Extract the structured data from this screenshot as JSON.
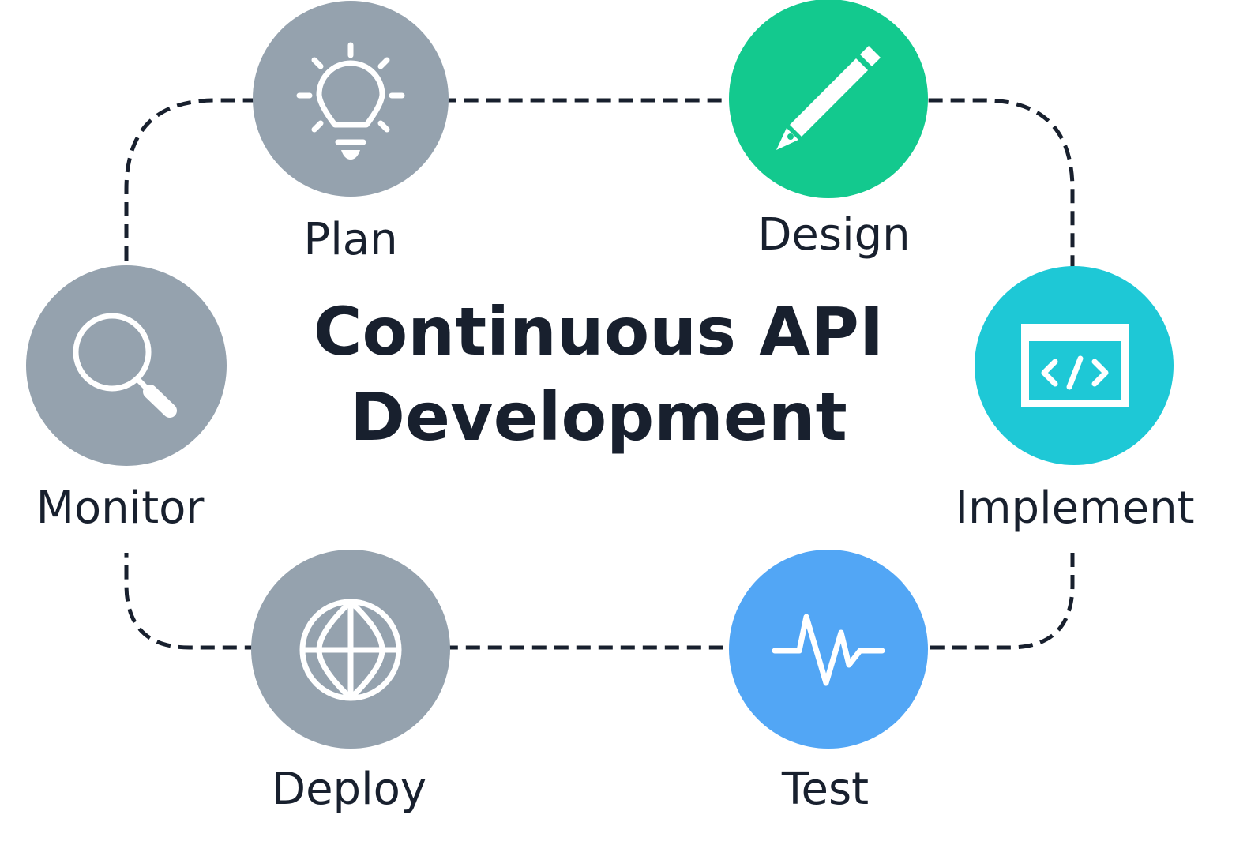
{
  "title": {
    "line1": "Continuous API",
    "line2": "Development"
  },
  "stages": {
    "plan": {
      "label": "Plan",
      "icon": "lightbulb-icon",
      "color": "#95a2ae"
    },
    "design": {
      "label": "Design",
      "icon": "pencil-icon",
      "color": "#13c98e"
    },
    "implement": {
      "label": "Implement",
      "icon": "code-window-icon",
      "color": "#1ec8d6"
    },
    "test": {
      "label": "Test",
      "icon": "pulse-icon",
      "color": "#52a6f5"
    },
    "deploy": {
      "label": "Deploy",
      "icon": "globe-icon",
      "color": "#95a2ae"
    },
    "monitor": {
      "label": "Monitor",
      "icon": "magnifier-icon",
      "color": "#95a2ae"
    }
  },
  "colors": {
    "text": "#18202e",
    "connector": "#18202e",
    "icon": "#ffffff"
  }
}
